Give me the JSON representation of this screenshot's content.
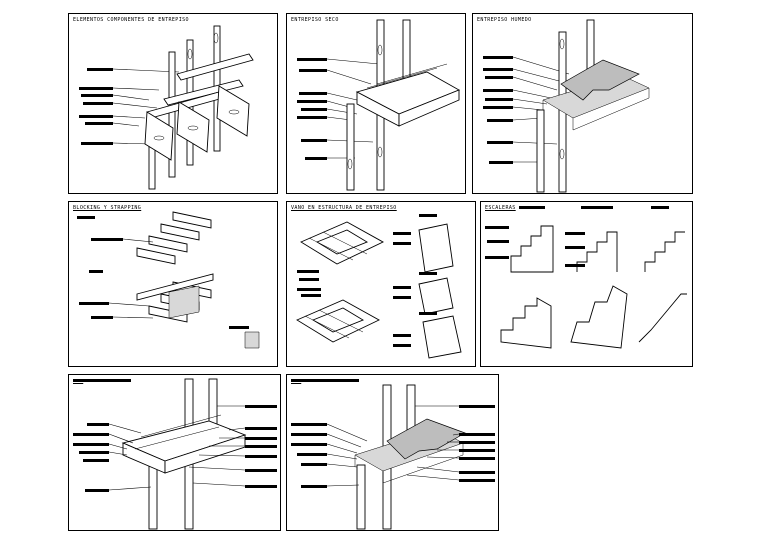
{
  "panels": [
    {
      "id": "p1",
      "title": "ELEMENTOS COMPONENTES DE ENTREPISO"
    },
    {
      "id": "p2",
      "title": "ENTREPISO SECO"
    },
    {
      "id": "p3",
      "title": "ENTREPISO HUMEDO"
    },
    {
      "id": "p4",
      "title": "BLOCKING Y STRAPPING"
    },
    {
      "id": "p5",
      "title": "VANO EN ESTRUCTURA DE ENTREPISO"
    },
    {
      "id": "p6",
      "title": "ESCALERAS"
    },
    {
      "id": "p7",
      "title": "---"
    },
    {
      "id": "p8",
      "title": "---"
    }
  ],
  "stairs_subtitles": [
    "",
    "",
    ""
  ],
  "colors": {
    "ink": "#000000",
    "paper": "#ffffff",
    "hatch": "#bdbdbd"
  }
}
